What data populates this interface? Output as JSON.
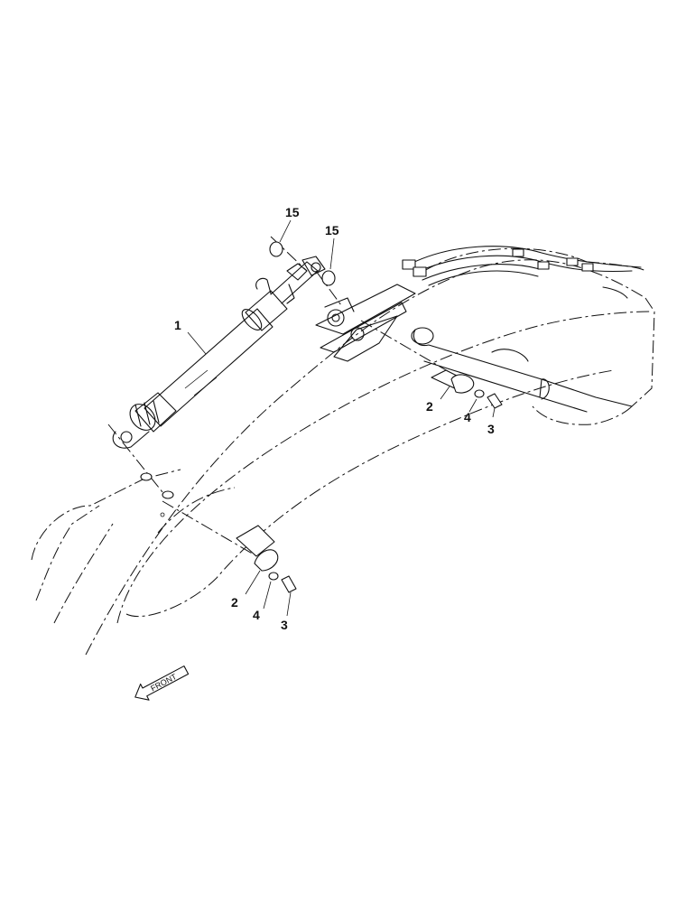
{
  "callouts": {
    "cylinder": "1",
    "pin_upper": "2",
    "washer_upper": "4",
    "bolt_upper": "3",
    "pin_lower": "2",
    "washer_lower": "4",
    "bolt_lower": "3",
    "ring_left": "15",
    "ring_right": "15"
  },
  "direction_arrow": {
    "label": "FRONT"
  },
  "colors": {
    "line": "#111111",
    "background": "#ffffff"
  }
}
